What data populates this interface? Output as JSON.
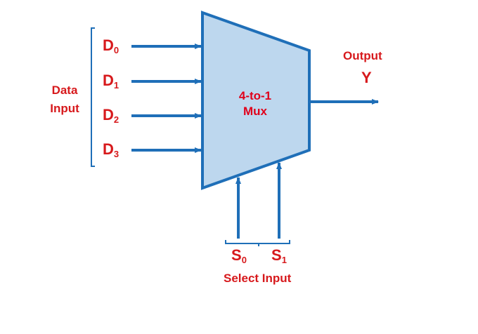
{
  "diagram": {
    "block": {
      "line1": "4-to-1",
      "line2": "Mux"
    },
    "data_inputs": [
      {
        "base": "D",
        "sub": "0"
      },
      {
        "base": "D",
        "sub": "1"
      },
      {
        "base": "D",
        "sub": "2"
      },
      {
        "base": "D",
        "sub": "3"
      }
    ],
    "data_group": {
      "line1": "Data",
      "line2": "Input"
    },
    "output": {
      "label": "Output",
      "symbol": "Y"
    },
    "select_inputs": [
      {
        "base": "S",
        "sub": "0"
      },
      {
        "base": "S",
        "sub": "1"
      }
    ],
    "select_group": {
      "label": "Select Input"
    },
    "colors": {
      "line": "#1f6fb8",
      "block_fill": "#bdd7ee",
      "label": "#d7191c"
    }
  }
}
